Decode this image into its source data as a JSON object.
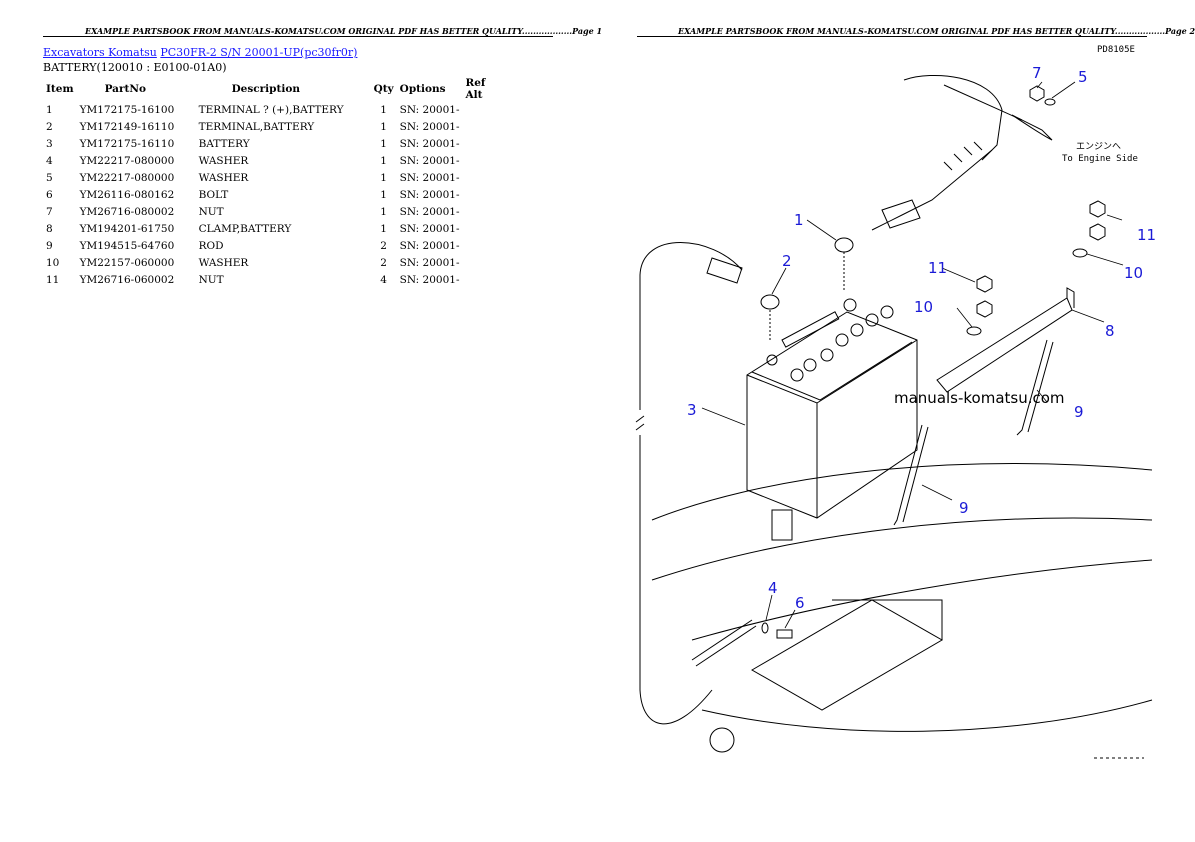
{
  "page1": {
    "header": "EXAMPLE PARTSBOOK FROM MANUALS-KOMATSU.COM ORIGINAL PDF HAS BETTER QUALITY..................Page 1",
    "breadcrumb": {
      "link1": "Excavators Komatsu",
      "link2": "PC30FR-2 S/N 20001-UP(pc30fr0r)"
    },
    "subtitle": "BATTERY(120010 : E0100-01A0)",
    "columns": {
      "item": "Item",
      "partno": "PartNo",
      "description": "Description",
      "qty": "Qty",
      "options": "Options",
      "refalt": "Ref Alt"
    },
    "rows": [
      {
        "item": "1",
        "partno": "YM172175-16100",
        "description": "TERMINAL ? (+),BATTERY",
        "qty": "1",
        "options": "SN: 20001-"
      },
      {
        "item": "2",
        "partno": "YM172149-16110",
        "description": "TERMINAL,BATTERY",
        "qty": "1",
        "options": "SN: 20001-"
      },
      {
        "item": "3",
        "partno": "YM172175-16110",
        "description": "BATTERY",
        "qty": "1",
        "options": "SN: 20001-"
      },
      {
        "item": "4",
        "partno": "YM22217-080000",
        "description": "WASHER",
        "qty": "1",
        "options": "SN: 20001-"
      },
      {
        "item": "5",
        "partno": "YM22217-080000",
        "description": "WASHER",
        "qty": "1",
        "options": "SN: 20001-"
      },
      {
        "item": "6",
        "partno": "YM26116-080162",
        "description": "BOLT",
        "qty": "1",
        "options": "SN: 20001-"
      },
      {
        "item": "7",
        "partno": "YM26716-080002",
        "description": "NUT",
        "qty": "1",
        "options": "SN: 20001-"
      },
      {
        "item": "8",
        "partno": "YM194201-61750",
        "description": "CLAMP,BATTERY",
        "qty": "1",
        "options": "SN: 20001-"
      },
      {
        "item": "9",
        "partno": "YM194515-64760",
        "description": "ROD",
        "qty": "2",
        "options": "SN: 20001-"
      },
      {
        "item": "10",
        "partno": "YM22157-060000",
        "description": "WASHER",
        "qty": "2",
        "options": "SN: 20001-"
      },
      {
        "item": "11",
        "partno": "YM26716-060002",
        "description": "NUT",
        "qty": "4",
        "options": "SN: 20001-"
      }
    ]
  },
  "page2": {
    "header": "EXAMPLE PARTSBOOK FROM MANUALS-KOMATSU.COM ORIGINAL PDF HAS BETTER QUALITY..................Page 2",
    "diagram": {
      "code": "PD8105E",
      "note_jp": "エンジンへ",
      "note_en": "To Engine Side",
      "watermark": "manuals-komatsu.com",
      "callouts": {
        "c7": "7",
        "c5": "5",
        "c1": "1",
        "c11a": "11",
        "c2": "2",
        "c11b": "11",
        "c10a": "10",
        "c10b": "10",
        "c8": "8",
        "c3": "3",
        "c9a": "9",
        "c9b": "9",
        "c4": "4",
        "c6": "6"
      },
      "callout_color": "#1a1ad6"
    }
  }
}
